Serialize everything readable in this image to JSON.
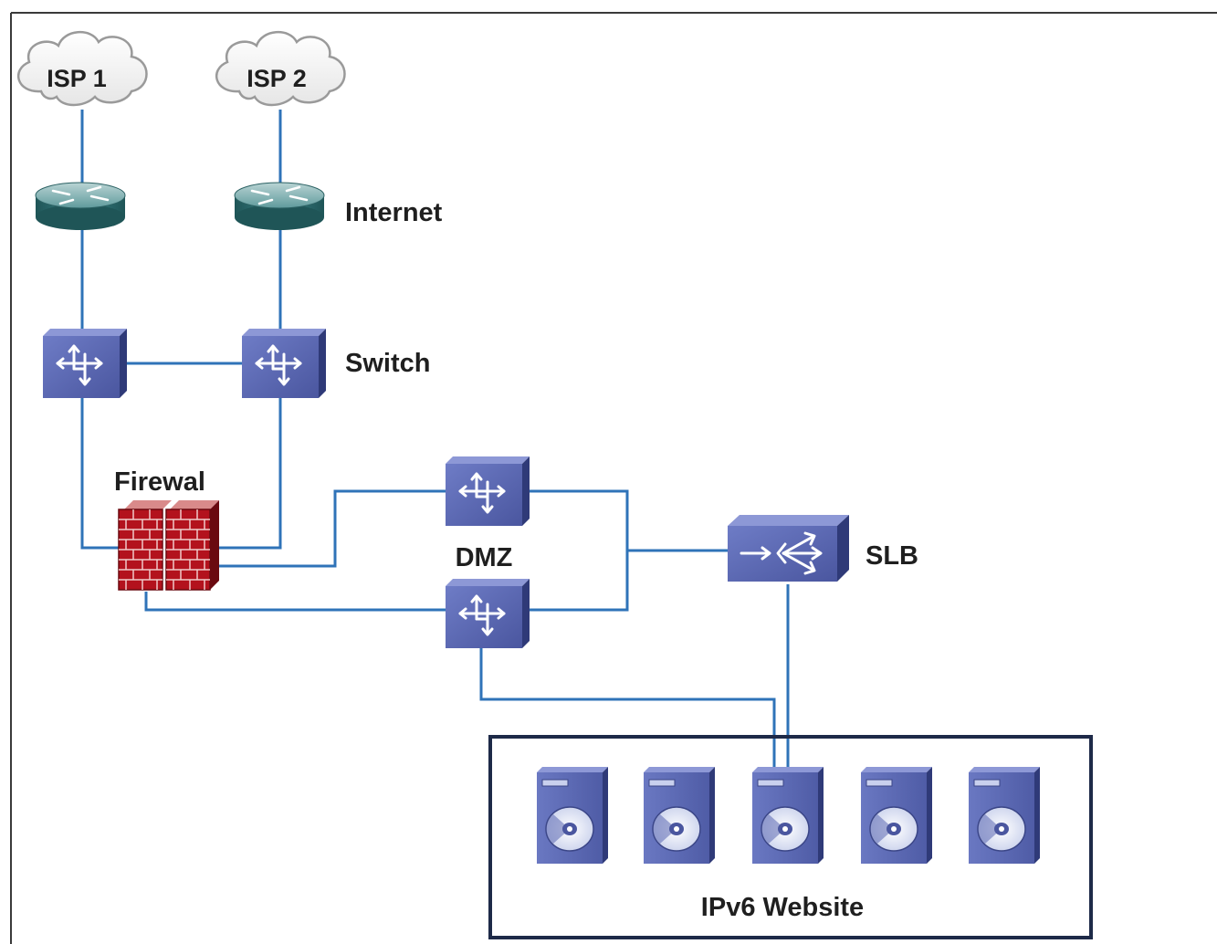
{
  "labels": {
    "isp1": "ISP 1",
    "isp2": "ISP 2",
    "internet": "Internet",
    "switch": "Switch",
    "firewall": "Firewal",
    "dmz": "DMZ",
    "slb": "SLB",
    "website": "IPv6 Website"
  },
  "colors": {
    "link": "#2f73b8",
    "frame": "#1e2a48",
    "switch_face": "#5b68b2",
    "router_face": "#2e6f72",
    "firewall_brick": "#b3121d",
    "server_face": "#5b68b2"
  },
  "icons": {
    "cloud": "cloud-icon",
    "router": "router-icon",
    "switch": "switch-icon",
    "firewall": "firewall-icon",
    "load_balancer": "load-balancer-icon",
    "server": "server-icon"
  }
}
